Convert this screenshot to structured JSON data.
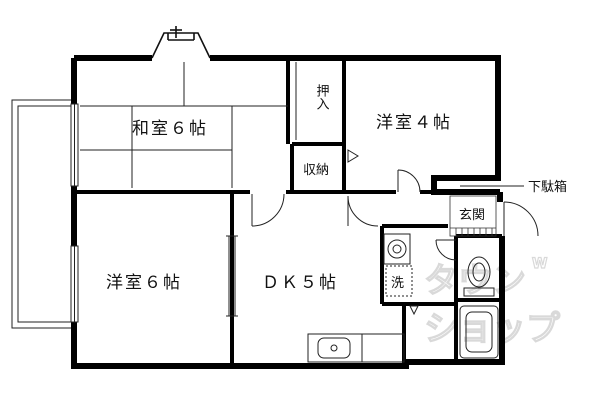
{
  "rooms": {
    "washitsu": "和室６帖",
    "youshitsu4": "洋室４帖",
    "youshitsu6": "洋室６帖",
    "dk": "ＤＫ５帖",
    "oshiire": "押入",
    "shuno": "収納",
    "genkan": "玄関",
    "sentaku": "洗"
  },
  "callout": {
    "getabako": "下駄箱"
  },
  "watermark": {
    "line1": "タウン",
    "line2": "ショップ",
    "small": "W"
  },
  "colors": {
    "wall": "#000000",
    "line": "#222222",
    "watermark": "#d9d9d9"
  }
}
